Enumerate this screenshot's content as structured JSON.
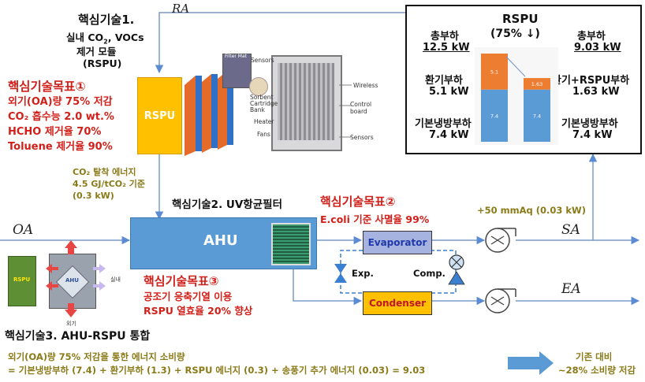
{
  "flows": {
    "ra": "RA",
    "oa": "OA",
    "sa": "SA",
    "ea": "EA"
  },
  "tech1": {
    "title": "핵심기술1.",
    "line2": "실내 CO",
    "line2_sub": "2",
    "line2_end": ", VOCs",
    "line3": "제거 모듈",
    "line4": "(RSPU)"
  },
  "goal1": {
    "title": "핵심기술목표①",
    "items": [
      "외기(OA)량 75% 저감",
      "CO₂ 흡수능 2.0 wt.%",
      "HCHO 제거율 70%",
      "Toluene 제거율 90%"
    ]
  },
  "rspu_box": "RSPU",
  "device_labels": {
    "filter_mat": "Filter Mat",
    "sensors_top": "Sensors",
    "sorbent1": "Sorbent",
    "sorbent2": "Cartridge",
    "sorbent3": "Bank",
    "wireless": "Wireless",
    "control1": "Control",
    "control2": "board",
    "heater": "Heater",
    "fans": "Fans",
    "sensors_bottom": "Sensors"
  },
  "energy": {
    "line1": "CO₂ 탈착 에너지",
    "line2": "4.5 GJ/tCO₂ 기준",
    "line3": "(0.3 kW)"
  },
  "tech2": {
    "title": "핵심기술2. UV항균필터"
  },
  "goal2": {
    "title": "핵심기술목표②",
    "item": "E.coli 기준 사멸율 99%"
  },
  "pressure": "+50 mmAq (0.03 kW)",
  "ahu_label": "AHU",
  "evaporator": "Evaporator",
  "condenser": "Condenser",
  "exp_label": "Exp.",
  "comp_label": "Comp.",
  "goal3": {
    "title": "핵심기술목표③",
    "line1": "공조기 응축기열 이용",
    "line2": "RSPU 열효율 20% 향상"
  },
  "mini": {
    "rspu": "RSPU",
    "ahu": "AHU",
    "indoor": "실내",
    "outdoor": "외기"
  },
  "tech3": {
    "title": "핵심기술3. AHU-RSPU 통합"
  },
  "bottom": {
    "line1": "외기(OA)량 75% 저감을 통한 에너지 소비량",
    "line2": "= 기본냉방부하 (7.4) + 환기부하 (1.3) + RSPU 에너지 (0.3) + 송풍기 추가 에너지 (0.03) = 9.03",
    "compare1": "기존 대비",
    "compare2": "~28% 소비량 저감"
  },
  "rspu_panel": {
    "title": "RSPU",
    "subtitle": "(75% ↓)",
    "left_total_label": "총부하",
    "left_total_value": "12.5 kW",
    "right_total_label": "총부하",
    "right_total_value": "9.03 kW",
    "vent_label": "환기부하",
    "vent_value": "5.1 kW",
    "base_left_label": "기본냉방부하",
    "base_left_value": "7.4 kW",
    "vent_rspu_label": "환기+RSPU부하",
    "vent_rspu_value": "1.63 kW",
    "base_right_label": "기본냉방부하",
    "base_right_value": "7.4 kW"
  },
  "chart_data": {
    "type": "bar",
    "stacked": true,
    "categories": [
      "",
      ""
    ],
    "series": [
      {
        "values": [
          7.4,
          7.4
        ],
        "color": "#5b9bd5",
        "labels": [
          "7.4",
          "7.4"
        ]
      },
      {
        "values": [
          5.1,
          1.63
        ],
        "color": "#ed7d31",
        "labels": [
          "5.1",
          "1.63"
        ]
      }
    ],
    "ylim": [
      0,
      12.5
    ]
  }
}
